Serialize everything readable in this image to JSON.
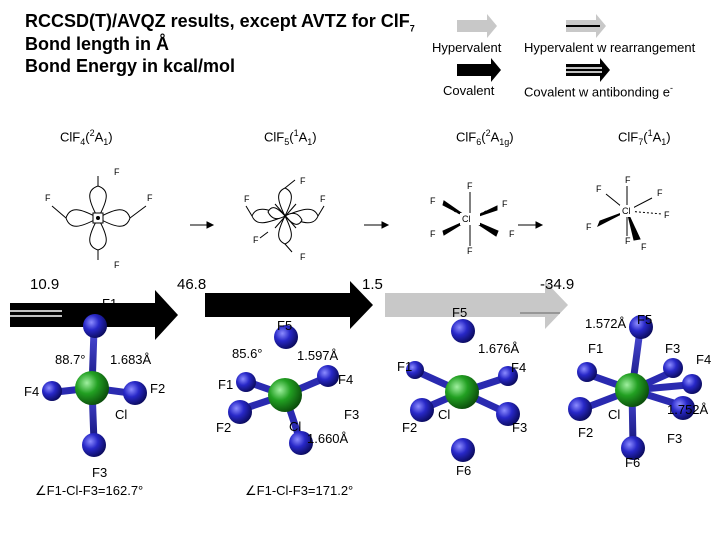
{
  "header": {
    "line1": "RCCSD(T)/AVQZ results, except AVTZ for ClF",
    "line1_sub": "7",
    "line2": "Bond length in Å",
    "line3": "Bond Energy in kcal/mol"
  },
  "legend": {
    "hypervalent": "Hypervalent",
    "hypervalent_rearr": "Hypervalent w rearrangement",
    "covalent": "Covalent",
    "covalent_antibonding": "Covalent w antibonding e",
    "covalent_antibonding_sup": "-"
  },
  "species": [
    {
      "base": "ClF",
      "n": "4",
      "state_pre": "(",
      "mult": "2",
      "sym": "A",
      "symsub": "1",
      "state_post": ")"
    },
    {
      "base": "ClF",
      "n": "5",
      "state_pre": "(",
      "mult": "1",
      "sym": "A",
      "symsub": "1",
      "state_post": ")"
    },
    {
      "base": "ClF",
      "n": "6",
      "state_pre": "(",
      "mult": "2",
      "sym": "A",
      "symsub": "1g",
      "state_post": ")"
    },
    {
      "base": "ClF",
      "n": "7",
      "state_pre": "(",
      "mult": "1",
      "sym": "A",
      "symsub": "1",
      "state_post": ")"
    }
  ],
  "energies": [
    "10.9",
    "46.8",
    "1.5",
    "-34.9"
  ],
  "orbital_labels": {
    "f": "F",
    "cl": "Cl"
  },
  "structures": {
    "clf3": {
      "labels": {
        "f1": "F1",
        "f2": "F2",
        "f3": "F3",
        "f4": "F4",
        "cl": "Cl"
      },
      "angle_val": "88.7°",
      "bond": "1.683Å",
      "angle_formula": "∠F1-Cl-F3=162.7°"
    },
    "clf4": {
      "labels": {
        "f1": "F1",
        "f2": "F2",
        "f3": "F3",
        "f4": "F4",
        "f5": "F5",
        "cl": "Cl"
      },
      "angle_val": "85.6°",
      "bond1": "1.597Å",
      "bond2": "1.660Å",
      "angle_formula": "∠F1-Cl-F3=171.2°"
    },
    "clf5": {
      "labels": {
        "f1": "F1",
        "f2": "F2",
        "f3": "F3",
        "f4": "F4",
        "f5": "F5",
        "f6": "F6",
        "cl": "Cl"
      },
      "bond": "1.676Å"
    },
    "clf6": {
      "labels": {
        "f1": "F1",
        "f2": "F2",
        "f3": "F3",
        "f4": "F4",
        "f5": "F5",
        "f6": "F6",
        "cl": "Cl"
      },
      "bond1": "1.572Å",
      "bond2": "1.752Å"
    }
  },
  "colors": {
    "hypervalent_arrow": "#c8c8c8",
    "covalent_arrow": "#000000",
    "fluorine": "#1f1fb4",
    "chlorine": "#1e8c1e"
  }
}
